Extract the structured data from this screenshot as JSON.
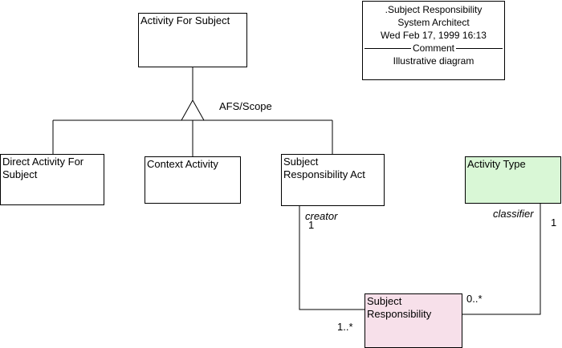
{
  "classes": {
    "activity_for_subject": "Activity For Subject",
    "direct_activity_for_subject": "Direct Activity For\nSubject",
    "context_activity": "Context Activity",
    "subject_responsibility_act": "Subject\nResponsibility Act",
    "activity_type": "Activity Type",
    "subject_responsibility": "Subject\nResponsibility"
  },
  "generalization_label": "AFS/Scope",
  "associations": {
    "creator_role": "creator",
    "creator_mult": "1",
    "target_mult_left": "1..*",
    "classifier_role": "classifier",
    "classifier_mult": "1",
    "target_mult_right": "0..*"
  },
  "note": {
    "line1": ".Subject Responsibility",
    "line2": "System Architect",
    "line3": "Wed Feb 17, 1999  16:13",
    "separator": "Comment",
    "body": "Illustrative diagram"
  },
  "colors": {
    "activity_type_fill": "#d9f7d6",
    "subject_responsibility_fill": "#f7e0ea"
  }
}
